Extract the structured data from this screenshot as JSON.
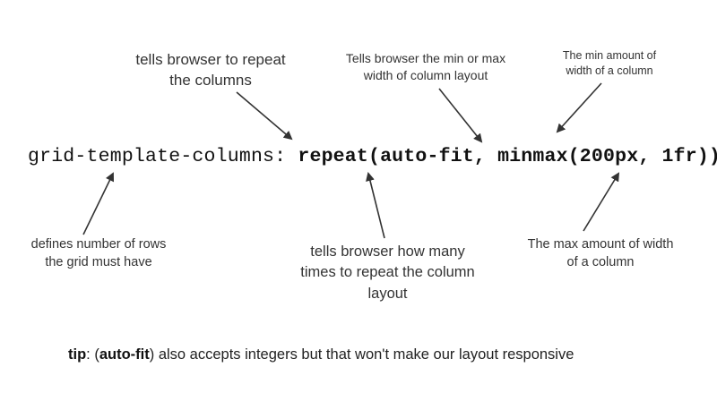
{
  "annotations": {
    "repeat": [
      "tells browser to repeat",
      "the columns"
    ],
    "minmax": [
      "Tells browser the min or max",
      "width of column layout"
    ],
    "min": [
      "The min amount of",
      "width of a column"
    ],
    "rows": [
      "defines number of rows",
      "the grid must have"
    ],
    "times": [
      "tells browser how many",
      "times to repeat the column",
      "layout"
    ],
    "max": [
      "The max amount of width",
      "of a column"
    ]
  },
  "code": {
    "property": "grid-template-columns: ",
    "value": "repeat(auto-fit, minmax(200px, 1fr));"
  },
  "tip": {
    "label": "tip",
    "sep": ": (",
    "keyword": "auto-fit",
    "rest": ") also accepts integers but that won't make our layout responsive"
  },
  "colors": {
    "text": "#333333",
    "arrow": "#333333"
  }
}
